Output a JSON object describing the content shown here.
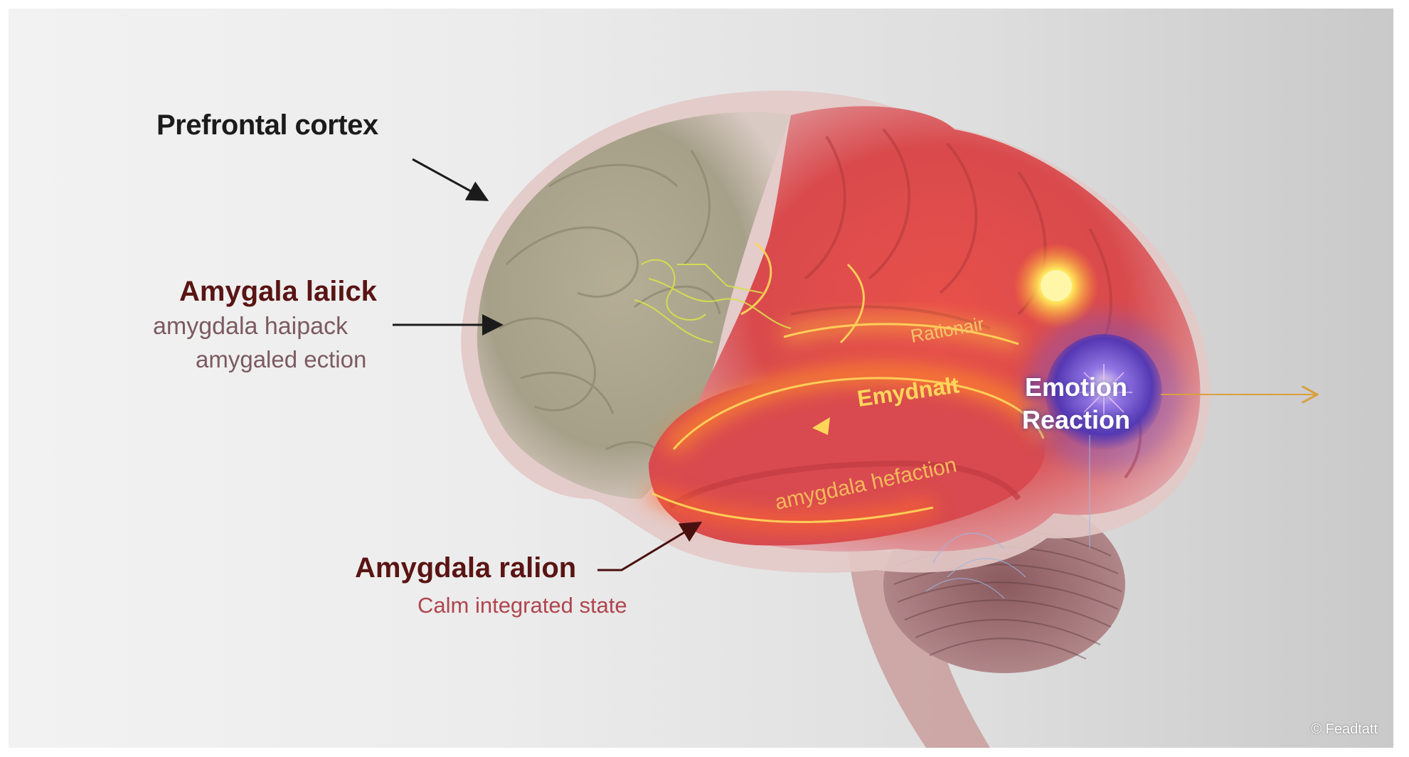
{
  "labels": {
    "prefrontal": "Prefrontal cortex",
    "amygdala_title": "Amygala laiick",
    "amygdala_sub1": "amygdala haipack",
    "amygdala_sub2": "amygaled ection",
    "amygdala_ralion": "Amygdala ralion",
    "calm_state": "Calm integrated state"
  },
  "brain_text": {
    "rational": "Rationair",
    "emydnalt": "Emydnalt",
    "haction": "amygdala hefaction"
  },
  "emotion": {
    "line1": "Emotion",
    "line2": "Reaction"
  },
  "copyright": "© Feadtatt",
  "colors": {
    "cortex_gray": "#b9b39a",
    "hot_red": "#e5443a",
    "glow_orange": "#ff9a2a",
    "glow_yellow": "#ffe05a",
    "emotion_purple": "#6a56d8",
    "dark_red_text": "#5a1414"
  }
}
